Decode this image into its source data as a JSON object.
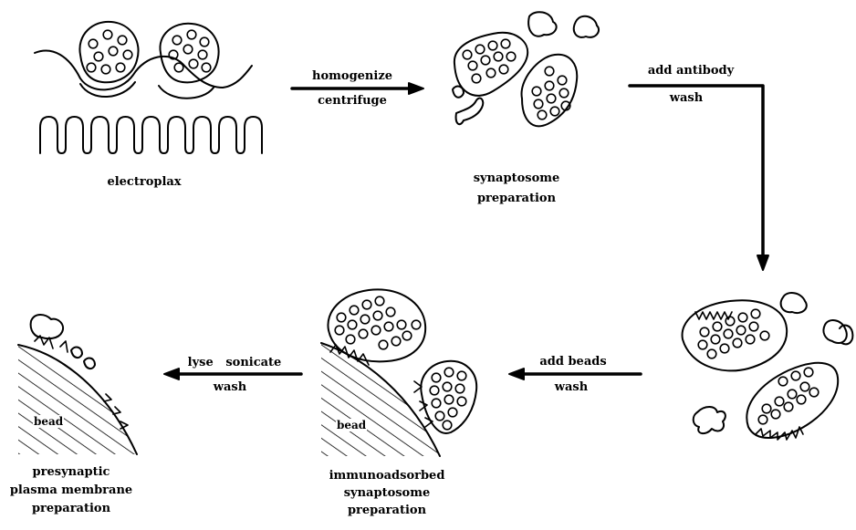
{
  "colors": {
    "ink": "#000000",
    "paper": "#ffffff"
  },
  "stages": {
    "electroplax": {
      "label": "electroplax"
    },
    "synaptosome": {
      "label_line1": "synaptosome",
      "label_line2": "preparation"
    },
    "immunoadsorbed": {
      "label_line1": "immunoadsorbed",
      "label_line2": "synaptosome",
      "label_line3": "preparation",
      "bead_label": "bead"
    },
    "presynaptic": {
      "label_line1": "presynaptic",
      "label_line2": "plasma membrane",
      "label_line3": "preparation",
      "bead_label": "bead"
    }
  },
  "steps": {
    "step1": {
      "top": "homogenize",
      "bottom": "centrifuge"
    },
    "step2": {
      "top": "add antibody",
      "bottom": "wash"
    },
    "step3": {
      "top": "add beads",
      "bottom": "wash"
    },
    "step4": {
      "top": "lyse   sonicate",
      "bottom": "wash"
    }
  }
}
